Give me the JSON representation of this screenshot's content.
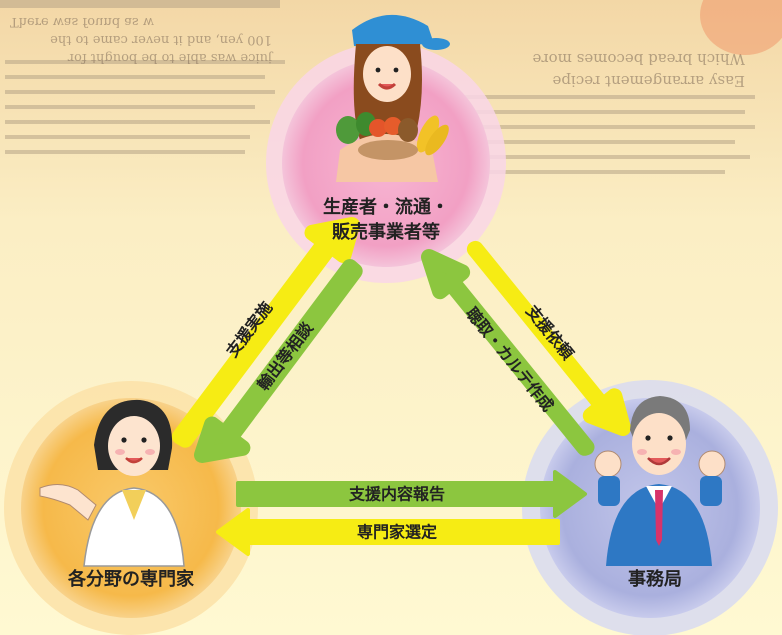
{
  "diagram": {
    "nodes": {
      "producer": {
        "line1": "生産者・流通・",
        "line2": "販売事業者等"
      },
      "expert": {
        "label": "各分野の専門家"
      },
      "office": {
        "label": "事務局"
      }
    },
    "arrows": {
      "expert_to_producer": "支援実施",
      "producer_to_expert": "輸出等相談",
      "producer_to_office": "支援依頼",
      "office_to_producer": "聴取・カルテ作成",
      "expert_to_office": "支援内容報告",
      "office_to_expert": "専門家選定"
    },
    "background_text": {
      "line1": "There was found as w",
      "line2": "100 yen, and it never came to the",
      "line3": "juice was able to be bought for",
      "line4": "Which bread becomes more",
      "line5": "Easy arrangement recipe"
    },
    "colors": {
      "yellow_arrow": "#f6ec14",
      "green_arrow": "#8cc63f",
      "producer_circle": "#f4a6c9",
      "expert_circle": "#f7c25a",
      "office_circle": "#b3b8e2",
      "background_top": "#fbf0c8",
      "background_bottom": "#fff8cf"
    }
  }
}
